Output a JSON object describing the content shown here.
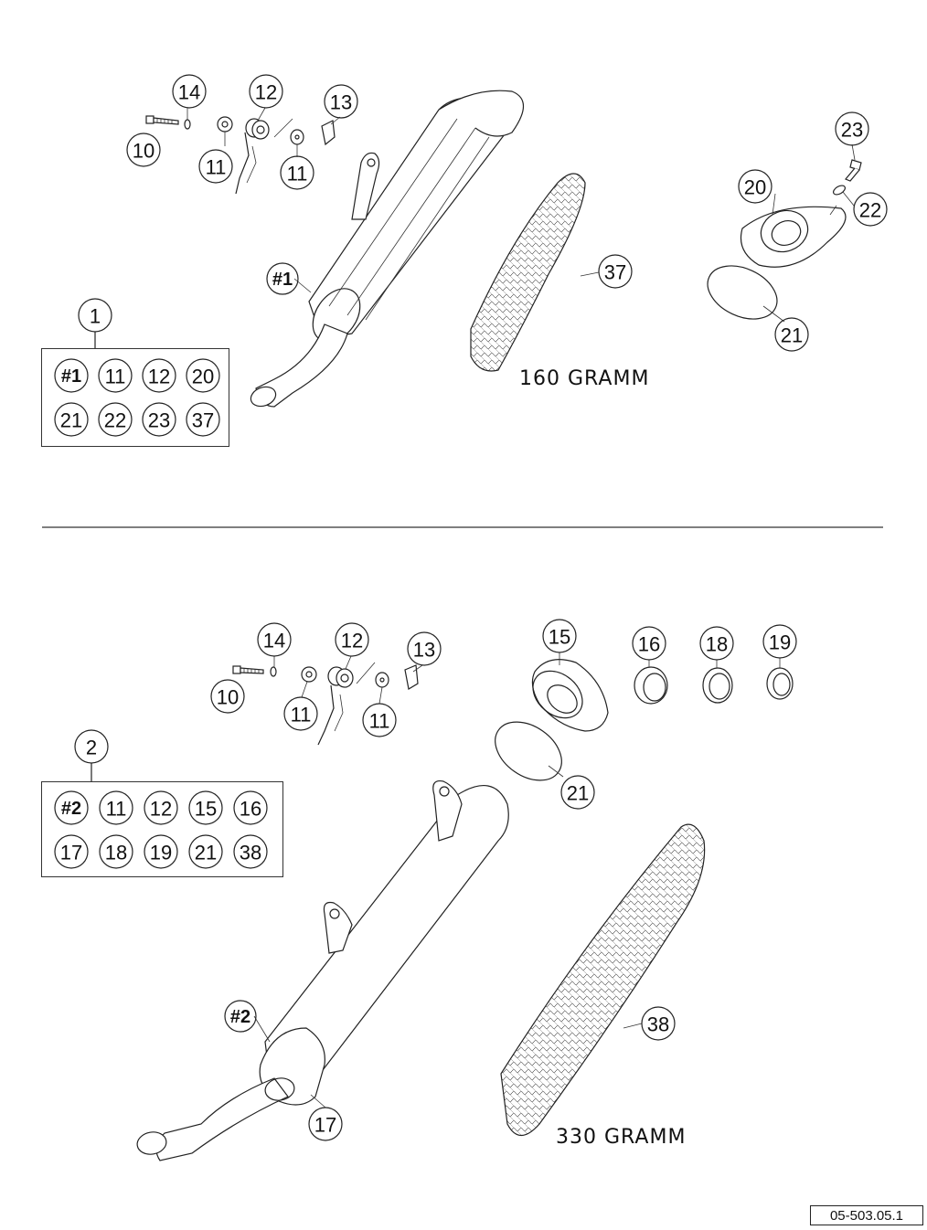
{
  "drawing_id": "05-503.05.1",
  "top_assembly": {
    "kit_number": "1",
    "kit_contents": [
      "#1",
      "11",
      "12",
      "20",
      "21",
      "22",
      "23",
      "37"
    ],
    "callouts": {
      "c14": "14",
      "c12": "12",
      "c13": "13",
      "c10": "10",
      "c11a": "11",
      "c11b": "11",
      "c23": "23",
      "c20": "20",
      "c22": "22",
      "c37": "37",
      "c21": "21",
      "main": "#1"
    },
    "weight_note": "160 GRAMM"
  },
  "bottom_assembly": {
    "kit_number": "2",
    "kit_contents": [
      "#2",
      "11",
      "12",
      "15",
      "16",
      "17",
      "18",
      "19",
      "21",
      "38"
    ],
    "callouts": {
      "c14": "14",
      "c12": "12",
      "c13": "13",
      "c10": "10",
      "c11a": "11",
      "c11b": "11",
      "c15": "15",
      "c16": "16",
      "c18": "18",
      "c19": "19",
      "c21": "21",
      "c38": "38",
      "c17": "17",
      "main": "#2"
    },
    "weight_note": "330 GRAMM"
  }
}
